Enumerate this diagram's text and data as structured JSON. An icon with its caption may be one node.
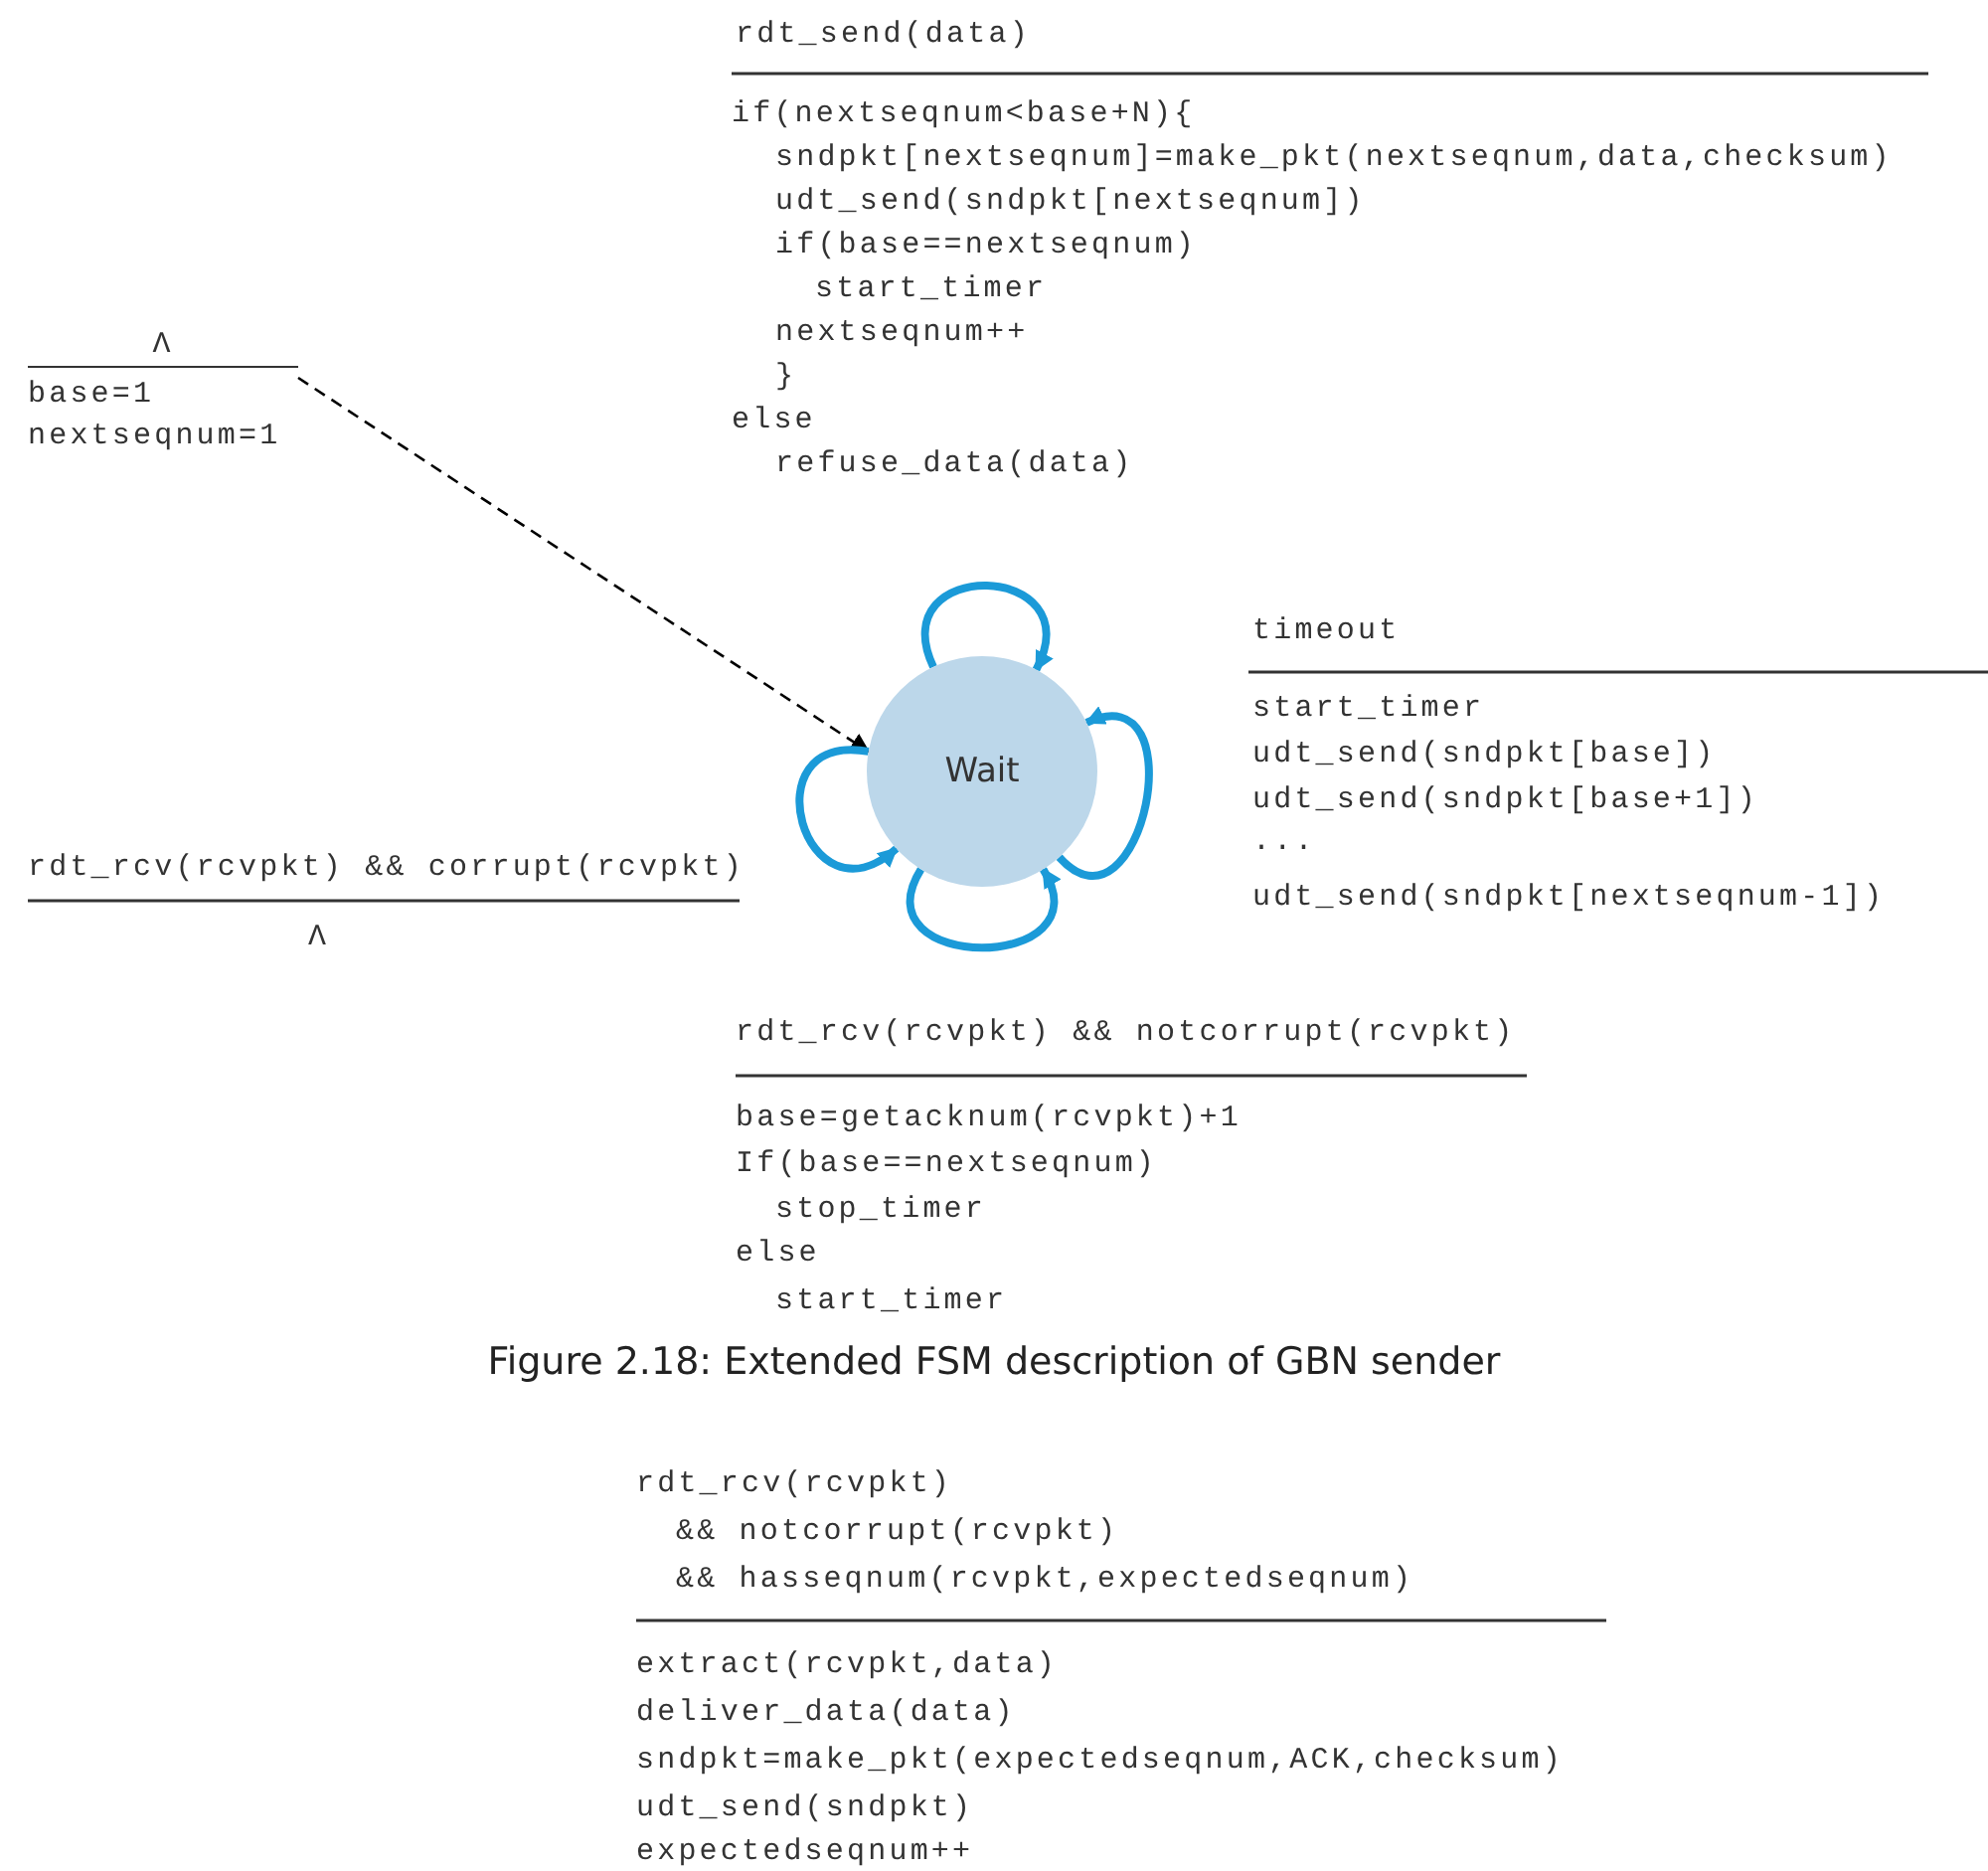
{
  "diagram": {
    "caption": "Figure 2.18: Extended FSM description of GBN sender",
    "nodes": [
      {
        "text": [
          "Λ",
          "base=1",
          "nextseqnum=1"
        ]
      },
      {
        "text": [
          "Wait"
        ]
      }
    ],
    "edges": [
      {
        "from": 0,
        "to": 1,
        "arrow": "to",
        "style": "dashed",
        "color": "#000000"
      },
      {
        "from": 1,
        "to": 1,
        "arrow": "to"
      },
      {
        "from": 1,
        "to": 1,
        "arrow": "to"
      },
      {
        "from": 1,
        "to": 1,
        "arrow": "to"
      },
      {
        "from": 1,
        "to": 1,
        "arrow": "to"
      }
    ],
    "labels": [
      "rdt_send(data)",
      "if(nextseqnum<base+N){",
      "sndpkt[nextseqnum]=make_pkt(nextseqnum,data,checksum)",
      "udt_send(sndpkt[nextseqnum])",
      "if(base==nextseqnum)",
      "start_timer",
      "nextseqnum++",
      "}",
      "else",
      "refuse_data(data)",
      "timeout",
      "start_timer",
      "udt_send(sndpkt[base])",
      "udt_send(sndpkt[base+1])",
      "...",
      "udt_send(sndpkt[nextseqnum-1])",
      "rdt_rcv(rcvpkt) && corrupt(rcvpkt)",
      "Λ",
      "rdt_rcv(rcvpkt) && notcorrupt(rcvpkt)",
      "base=getacknum(rcvpkt)+1",
      "If(base==nextseqnum)",
      "stop_timer",
      "else",
      "start_timer",
      "rdt_rcv(rcvpkt)",
      "&& notcorrupt(rcvpkt)",
      "&& hasseqnum(rcvpkt,expectedseqnum)",
      "extract(rcvpkt,data)",
      "deliver_data(data)",
      "sndpkt=make_pkt(expectedseqnum,ACK,checksum)",
      "udt_send(sndpkt)",
      "expectedseqnum++"
    ]
  }
}
